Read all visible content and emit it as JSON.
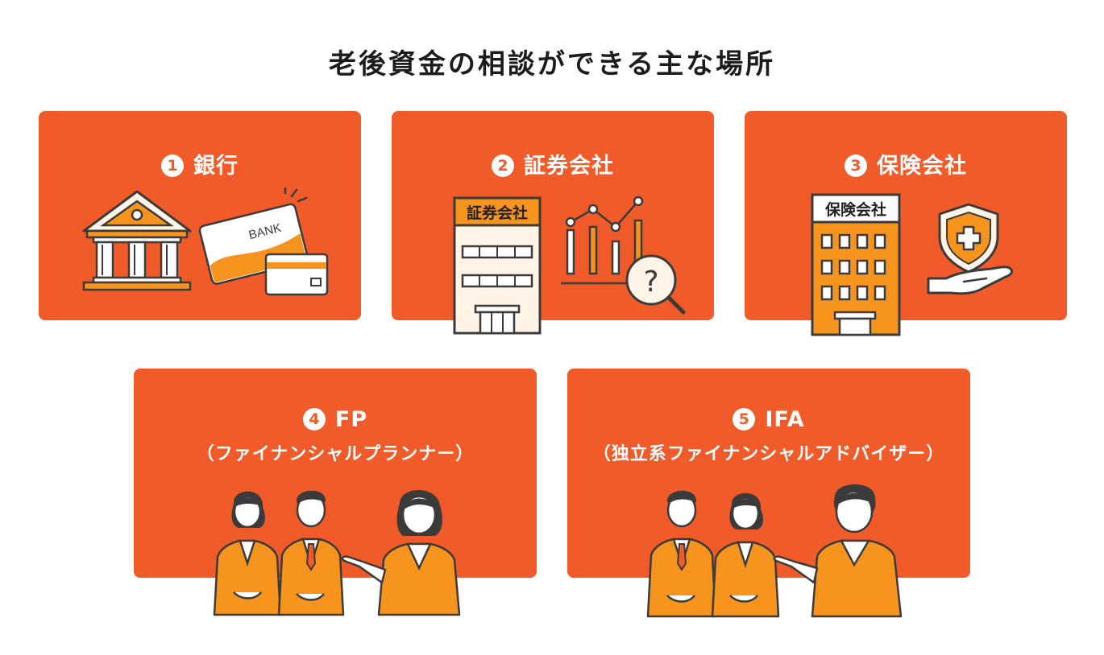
{
  "title": "老後資金の相談ができる主な場所",
  "colors": {
    "card": "#f15a29",
    "accent": "#f7941d",
    "line": "#3b3b3b",
    "cream": "#fff4e6"
  },
  "cards": [
    {
      "number": "1",
      "label": "銀行",
      "illustration": {
        "icon": "bank-building-icon",
        "card_text": "BANK"
      }
    },
    {
      "number": "2",
      "label": "証券会社",
      "illustration": {
        "icon": "securities-building-icon",
        "sign": "証券会社"
      }
    },
    {
      "number": "3",
      "label": "保険会社",
      "illustration": {
        "icon": "insurance-building-icon",
        "sign": "保険会社"
      }
    },
    {
      "number": "4",
      "label": "FP",
      "sub": "（ファイナンシャルプランナー）",
      "illustration": {
        "icon": "advisors-group-icon"
      }
    },
    {
      "number": "5",
      "label": "IFA",
      "sub": "（独立系ファイナンシャルアドバイザー）",
      "illustration": {
        "icon": "advisors-group-icon"
      }
    }
  ]
}
